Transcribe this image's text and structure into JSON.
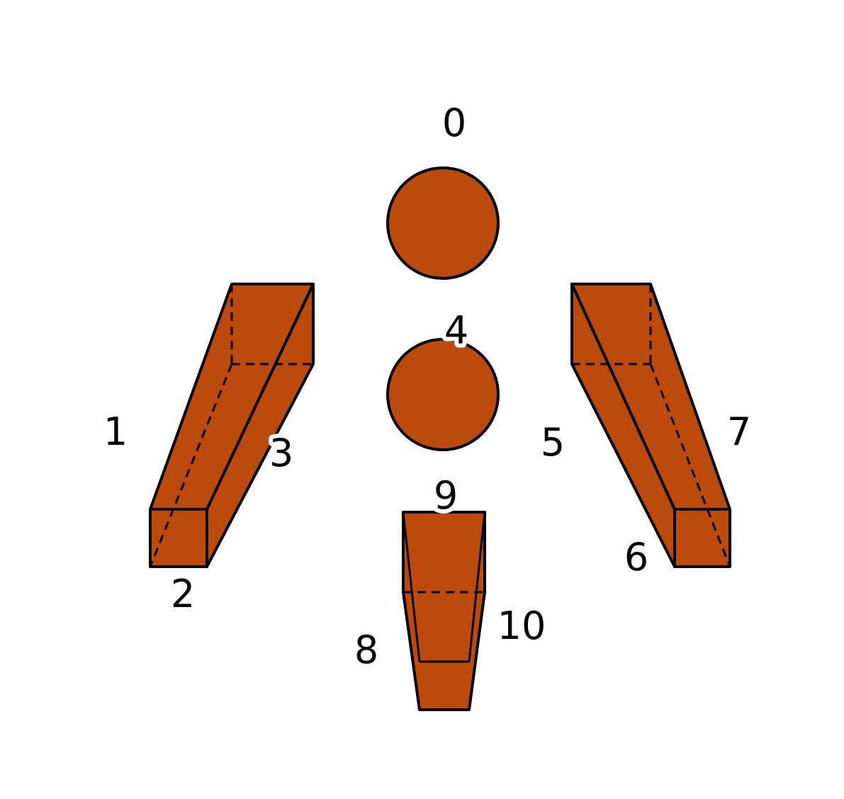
{
  "colors": {
    "shape_fill": "#BB4A0B",
    "outline": "#000000",
    "background": "#FFFFFF",
    "label_halo": "#FFFFFF"
  },
  "shapes": [
    {
      "id": "circle-top",
      "kind": "circle"
    },
    {
      "id": "circle-middle",
      "kind": "circle"
    },
    {
      "id": "left-prism",
      "kind": "rectangular-prism"
    },
    {
      "id": "right-prism",
      "kind": "rectangular-prism"
    },
    {
      "id": "bottom-frustum",
      "kind": "square-frustum"
    }
  ],
  "labels": {
    "l0": "0",
    "l1": "1",
    "l2": "2",
    "l3": "3",
    "l4": "4",
    "l5": "5",
    "l6": "6",
    "l7": "7",
    "l8": "8",
    "l9": "9",
    "l10": "10"
  }
}
